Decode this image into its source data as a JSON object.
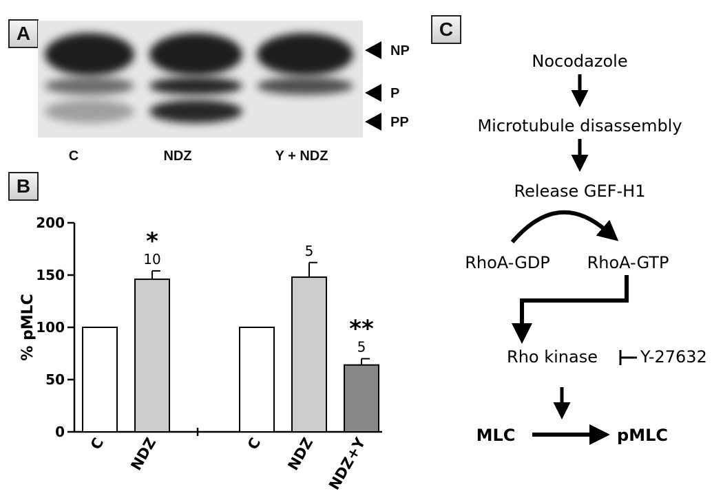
{
  "panels": {
    "a": "A",
    "b": "B",
    "c": "C"
  },
  "blot": {
    "lanes": [
      "C",
      "NDZ",
      "Y + NDZ"
    ],
    "bands": [
      "NP",
      "P",
      "PP"
    ],
    "intensity": {
      "NP": [
        1.0,
        1.0,
        1.0
      ],
      "P": [
        0.6,
        0.95,
        0.75
      ],
      "PP": [
        0.35,
        0.95,
        0.0
      ]
    }
  },
  "chart_data": {
    "type": "bar",
    "ylabel": "% pMLC",
    "ylim": [
      0,
      200
    ],
    "yticks": [
      0,
      50,
      100,
      150,
      200
    ],
    "bars": [
      {
        "label": "C",
        "value": 100,
        "error": 0,
        "color": "#ffffff",
        "n": "",
        "sig": ""
      },
      {
        "label": "NDZ",
        "value": 146,
        "error": 8,
        "color": "#cccccc",
        "n": "10",
        "sig": "*"
      },
      {
        "label": "C",
        "value": 100,
        "error": 0,
        "color": "#ffffff",
        "n": "",
        "sig": ""
      },
      {
        "label": "NDZ",
        "value": 148,
        "error": 14,
        "color": "#cccccc",
        "n": "5",
        "sig": ""
      },
      {
        "label": "NDZ+Y",
        "value": 64,
        "error": 6,
        "color": "#888888",
        "n": "5",
        "sig": "**"
      }
    ]
  },
  "pathway": {
    "nocodazole": "Nocodazole",
    "microtubule": "Microtubule disassembly",
    "release": "Release GEF-H1",
    "rhoa_gdp": "RhoA-GDP",
    "rhoa_gtp": "RhoA-GTP",
    "rho_kinase": "Rho kinase",
    "inhibitor": "Y-27632",
    "mlc": "MLC",
    "pmlc": "pMLC"
  }
}
